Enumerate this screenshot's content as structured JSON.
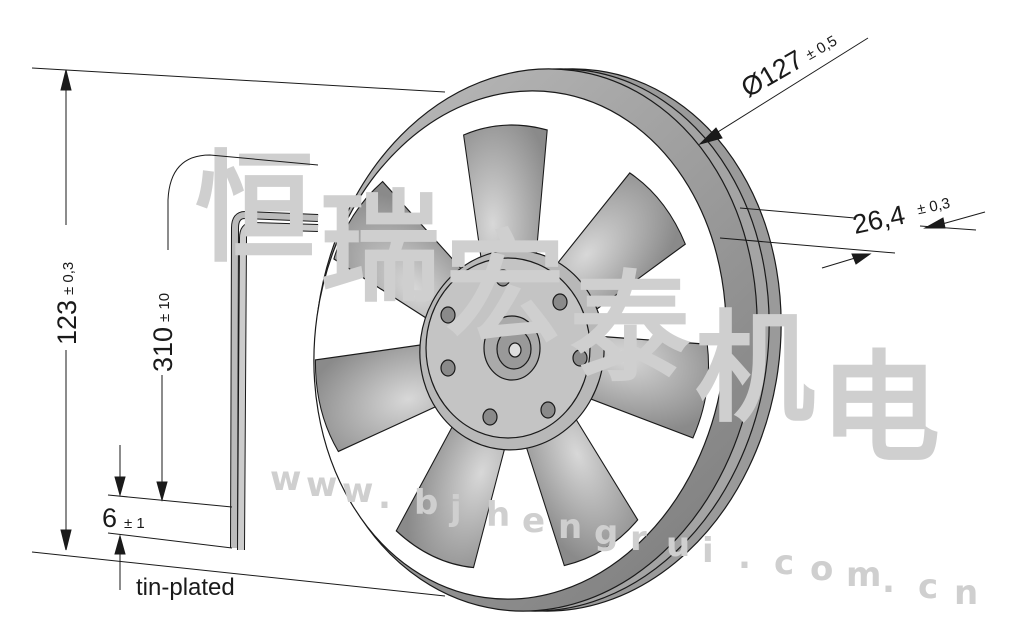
{
  "drawing": {
    "diameter": {
      "value": "Ø127",
      "tolerance": "± 0,5"
    },
    "depth": {
      "value": "26,4",
      "tolerance": "± 0,3"
    },
    "height": {
      "value": "123",
      "tolerance": "± 0,3"
    },
    "lead_length": {
      "value": "310",
      "tolerance": "± 10"
    },
    "strip_length": {
      "value": "6",
      "tolerance": "± 1"
    },
    "lead_note": "tin-plated"
  },
  "watermark": {
    "chars": [
      "恒",
      "瑞",
      "宏",
      "泰",
      "机",
      "电"
    ],
    "url_chars": [
      "w",
      "w",
      "w",
      ".",
      "b",
      "j",
      "h",
      "e",
      "n",
      "g",
      "r",
      "u",
      "i",
      ".",
      "c",
      "o",
      "m",
      ".",
      "c",
      "n"
    ]
  },
  "colors": {
    "blade": "#a8a8a8",
    "rim": "#8c8c8c",
    "line": "#1a1a1a",
    "watermark": "#cfcfcf"
  }
}
